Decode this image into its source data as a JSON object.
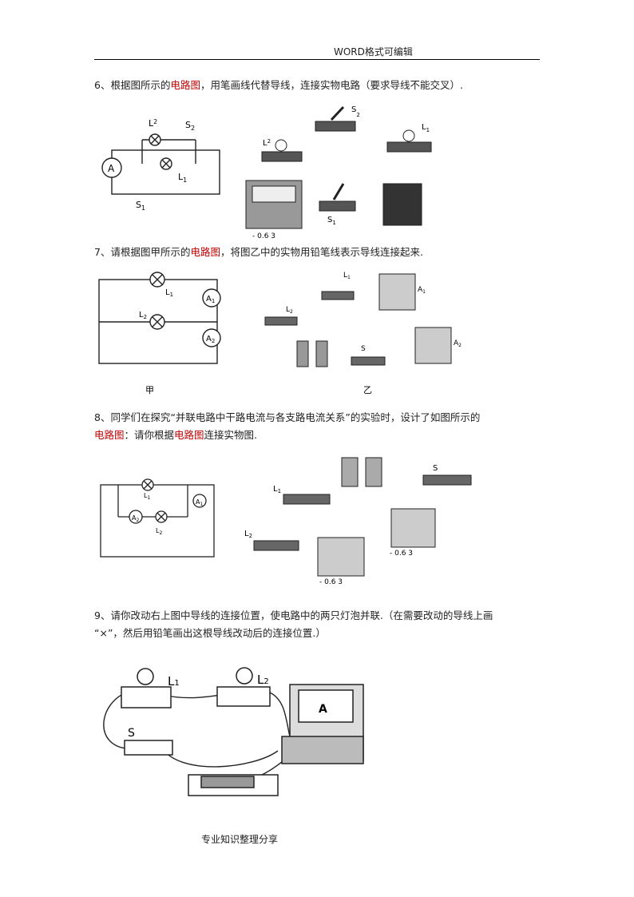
{
  "header": {
    "title": "WORD格式可编辑"
  },
  "q6": {
    "pre": "6、根据图所示的",
    "red": "电路图",
    "post": "，用笔画线代替导线，连接实物电路（要求导线不能交叉）."
  },
  "q7": {
    "pre": "7、请根据图甲所示的",
    "red": "电路图",
    "post": "，将图乙中的实物用铅笔线表示导线连接起来."
  },
  "q8": {
    "pre": "8、同学们在探究“并联电路中干路电流与各支路电流关系”的实验时，设计了如图所示的",
    "red1": "电路图",
    "mid": "：请你根据",
    "red2": "电路图",
    "post": "连接实物图."
  },
  "q9": {
    "line1": "9、请你改动右上图中导线的连接位置，使电路中的两只灯泡并联.（在需要改动的导线上画",
    "line2": "“×”，然后用铅笔画出这根导线改动后的连接位置.）"
  },
  "labels": {
    "L1": "L",
    "L2": "L",
    "sub1": "1",
    "sub2": "2",
    "S": "S",
    "A": "A",
    "A1": "A",
    "A2": "A",
    "jia": "甲",
    "yi": "乙",
    "meter_scale": "- 0.6  3",
    "meter_scale2": "- 0.6 3"
  },
  "footer": {
    "text": "专业知识整理分享"
  }
}
